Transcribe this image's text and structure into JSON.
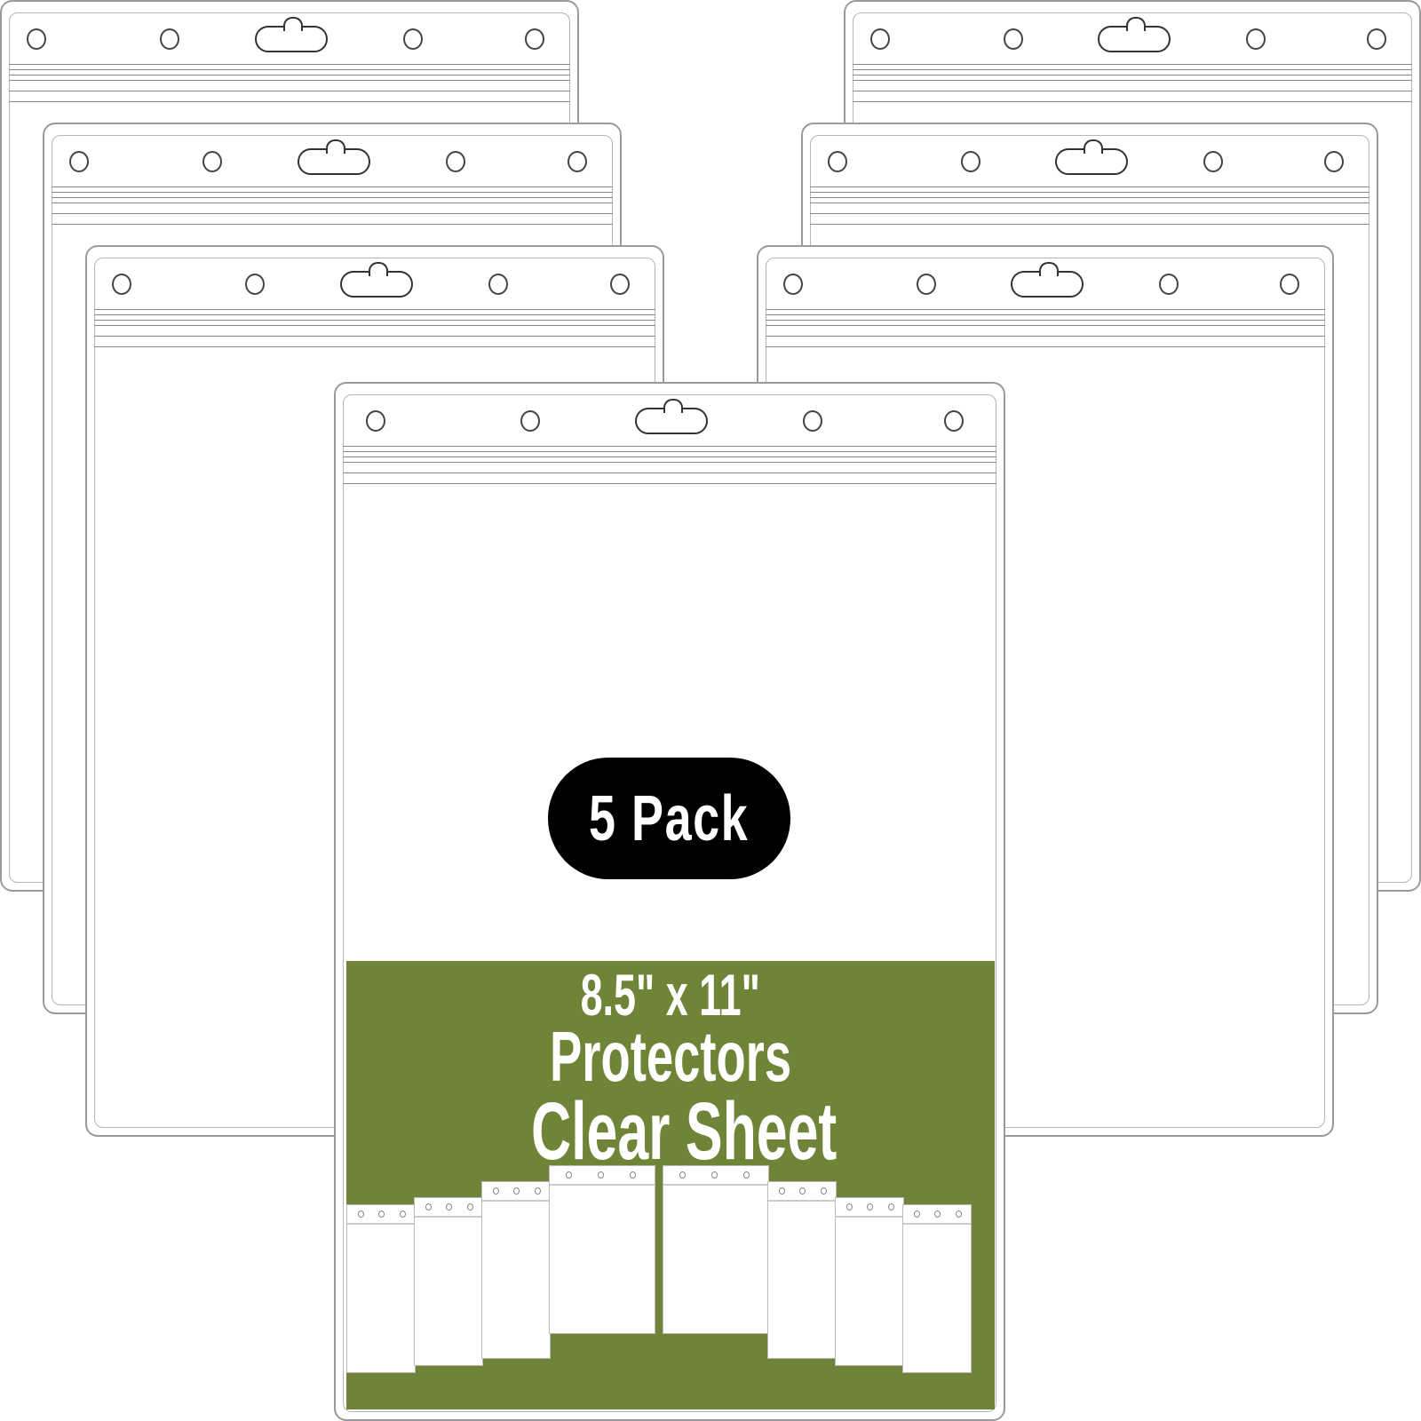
{
  "product": {
    "badge_label": "5 Pack",
    "size_label": "8.5\" x 11\"",
    "line2": "Protectors",
    "line3": "Clear Sheet",
    "pocket_count_shown": 7,
    "accent_color": "#6f8437",
    "badge_color": "#000000"
  }
}
